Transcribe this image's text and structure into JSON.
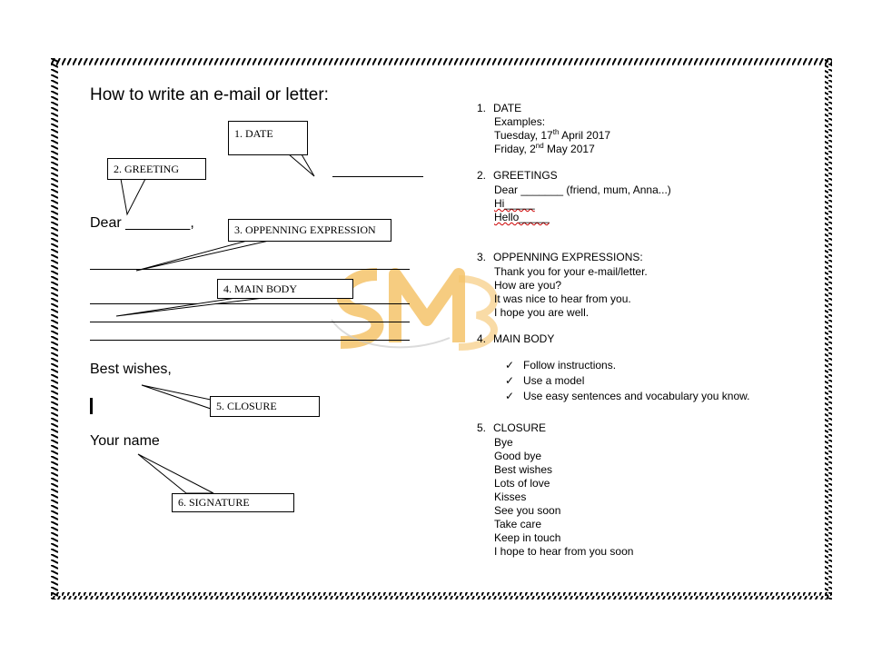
{
  "title": "How to write an e-mail or letter:",
  "letter": {
    "dear": "Dear ________,",
    "best_wishes": "Best wishes,",
    "your_name": "Your name"
  },
  "callouts": {
    "date": "1. DATE",
    "greeting": "2. GREETING",
    "opening": "3. OPPENNING EXPRESSION",
    "main_body": "4. MAIN BODY",
    "closure": "5. CLOSURE",
    "signature": "6. SIGNATURE"
  },
  "sections": {
    "date": {
      "number": "1.",
      "heading": "DATE",
      "examples_label": "Examples:",
      "example1_pre": "Tuesday, 17",
      "example1_sup": "th",
      "example1_post": " April 2017",
      "example2_pre": "Friday, 2",
      "example2_sup": "nd",
      "example2_post": " May 2017"
    },
    "greetings": {
      "number": "2.",
      "heading": "GREETINGS",
      "line1": "Dear _______ (friend, mum, Anna...)",
      "line2": "Hi_____",
      "line3": "Hello_____"
    },
    "opening": {
      "number": "3.",
      "heading": "OPPENNING EXPRESSIONS:",
      "items": [
        "Thank you for your e-mail/letter.",
        "How are you?",
        "It was nice to hear from you.",
        "I hope you are well."
      ]
    },
    "main_body": {
      "number": "4.",
      "heading": "MAIN BODY",
      "items": [
        "Follow instructions.",
        "Use a model",
        "Use easy sentences and vocabulary you know."
      ]
    },
    "closure": {
      "number": "5.",
      "heading": "CLOSURE",
      "items": [
        "Bye",
        "Good bye",
        "Best wishes",
        "Lots of love",
        "Kisses",
        "See you soon",
        "Take care",
        "Keep in touch",
        "I hope to hear from you soon"
      ]
    }
  },
  "watermark": {
    "text": "SM",
    "color": "#f5c36a"
  },
  "colors": {
    "spellcheck": "#cc0000",
    "border": "#000000"
  }
}
